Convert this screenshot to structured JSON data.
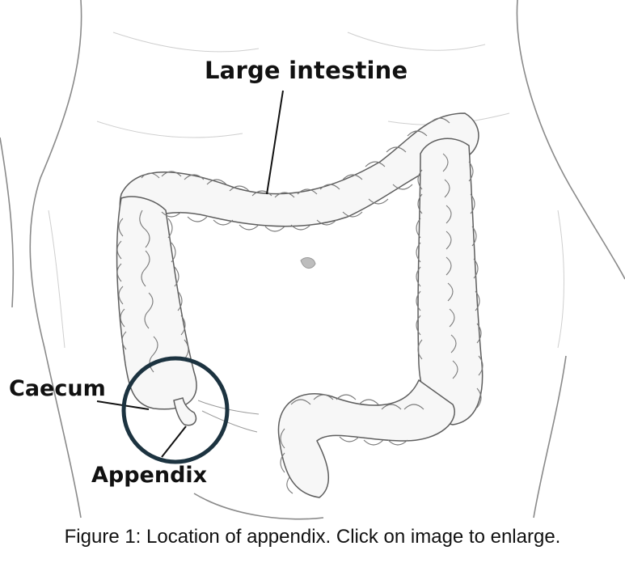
{
  "figure": {
    "labels": {
      "large_intestine": "Large intestine",
      "caecum": "Caecum",
      "appendix": "Appendix"
    },
    "highlight_color": "#1c3340"
  },
  "caption": "Figure 1: Location of appendix. Click on image to enlarge."
}
